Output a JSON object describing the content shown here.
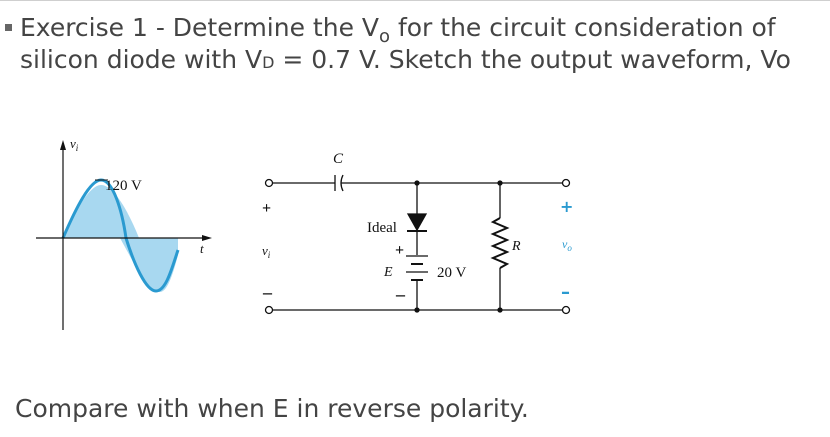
{
  "question": {
    "line1_prefix": "Exercise 1 - Determine the V",
    "line1_sub": "o",
    "line1_suffix": " for the circuit consideration of",
    "line2_prefix": "silicon diode with V",
    "line2_sub": "D",
    "line2_suffix": " = 0.7 V.  Sketch the output waveform, Vo"
  },
  "waveform": {
    "y_label": "v",
    "y_label_sub": "i",
    "amplitude_label": "120 V",
    "x_label": "t",
    "fill_color": "#a8d8f0",
    "stroke_color": "#2a9ad0"
  },
  "circuit": {
    "capacitor_label": "C",
    "input_label": "v",
    "input_label_sub": "i",
    "diode_label": "Ideal",
    "battery_label": "E",
    "battery_value": "20 V",
    "resistor_label": "R",
    "output_label": "v",
    "output_label_sub": "o",
    "plus": "+",
    "minus": "–",
    "accent_color": "#2a9ad0"
  },
  "footer": {
    "text": "Compare with when E in reverse polarity."
  }
}
